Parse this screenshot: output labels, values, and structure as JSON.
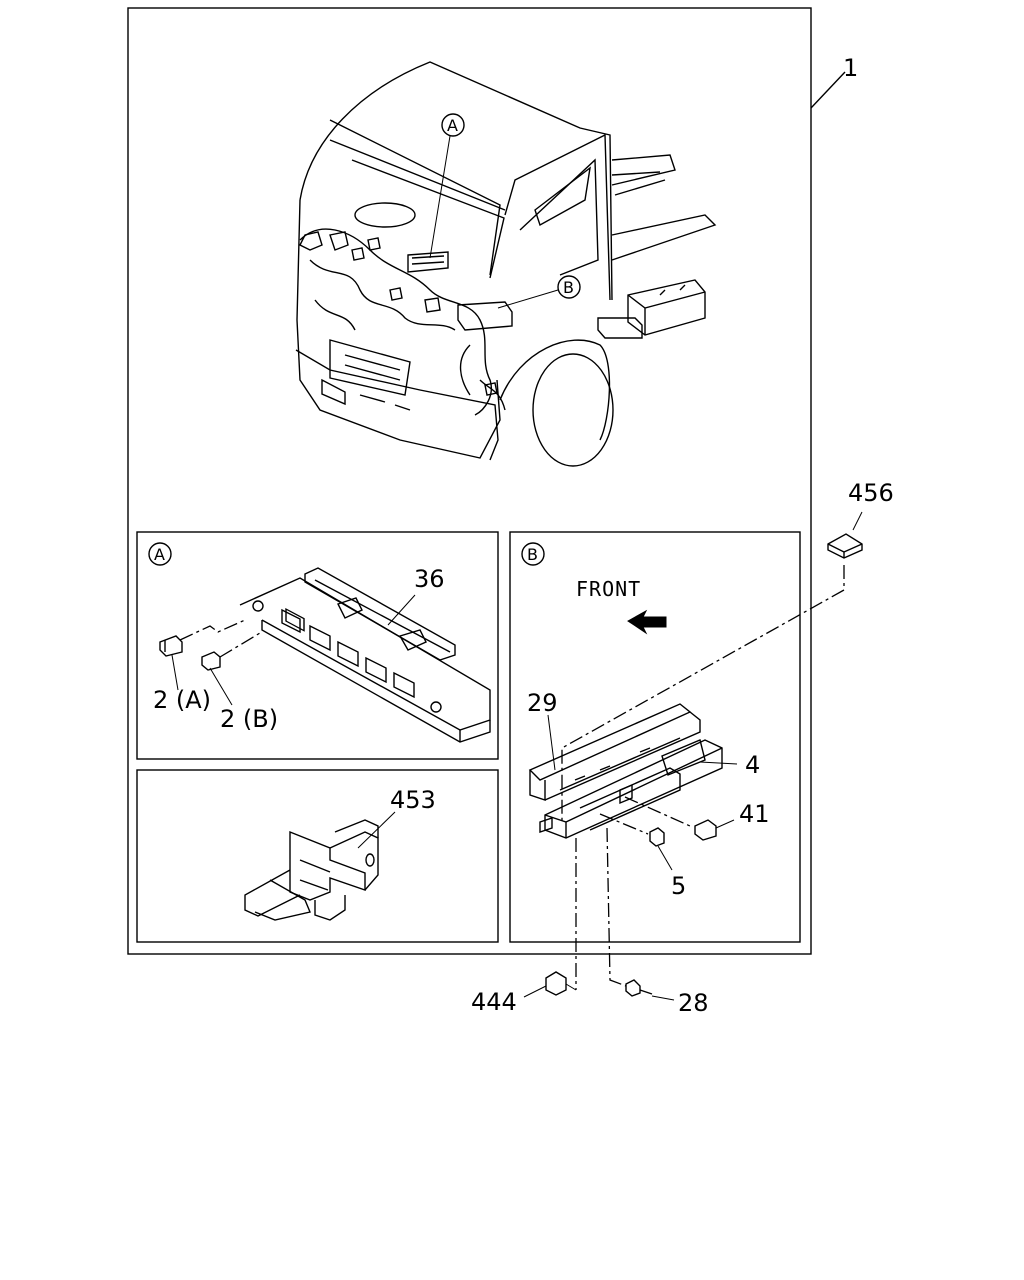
{
  "part_labels": {
    "p1": "1",
    "p456": "456",
    "p36": "36",
    "p2a": "2 (A)",
    "p2b": "2 (B)",
    "p453": "453",
    "p29": "29",
    "p4": "4",
    "p41": "41",
    "p5": "5",
    "p444": "444",
    "p28": "28"
  },
  "callouts": {
    "a": "A",
    "b": "B"
  },
  "front_text": "FRONT"
}
